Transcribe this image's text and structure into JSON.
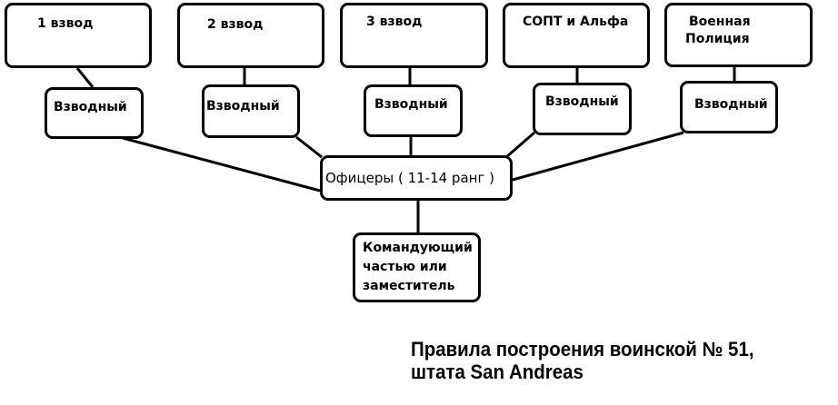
{
  "units": [
    "1 взвод",
    "2 взвод",
    "3 взвод",
    "СОПТ и Альфа",
    "Военная\nПолиция"
  ],
  "unit_lines": [
    [
      "1 взвод"
    ],
    [
      "2 взвод"
    ],
    [
      "3 взвод"
    ],
    [
      "СОПТ и Альфа"
    ],
    [
      "Военная",
      "Полиция"
    ]
  ],
  "platoon_leaders": [
    "Взводный",
    "Взводный",
    "Взводный",
    "Взводный",
    "Взводный"
  ],
  "officers": "Офицеры ( 11-14 ранг )",
  "commander": [
    "Командующий",
    "частью или",
    "заместитель"
  ],
  "title": [
    "Правила построения воинской № 51,",
    "штата San Andreas"
  ]
}
